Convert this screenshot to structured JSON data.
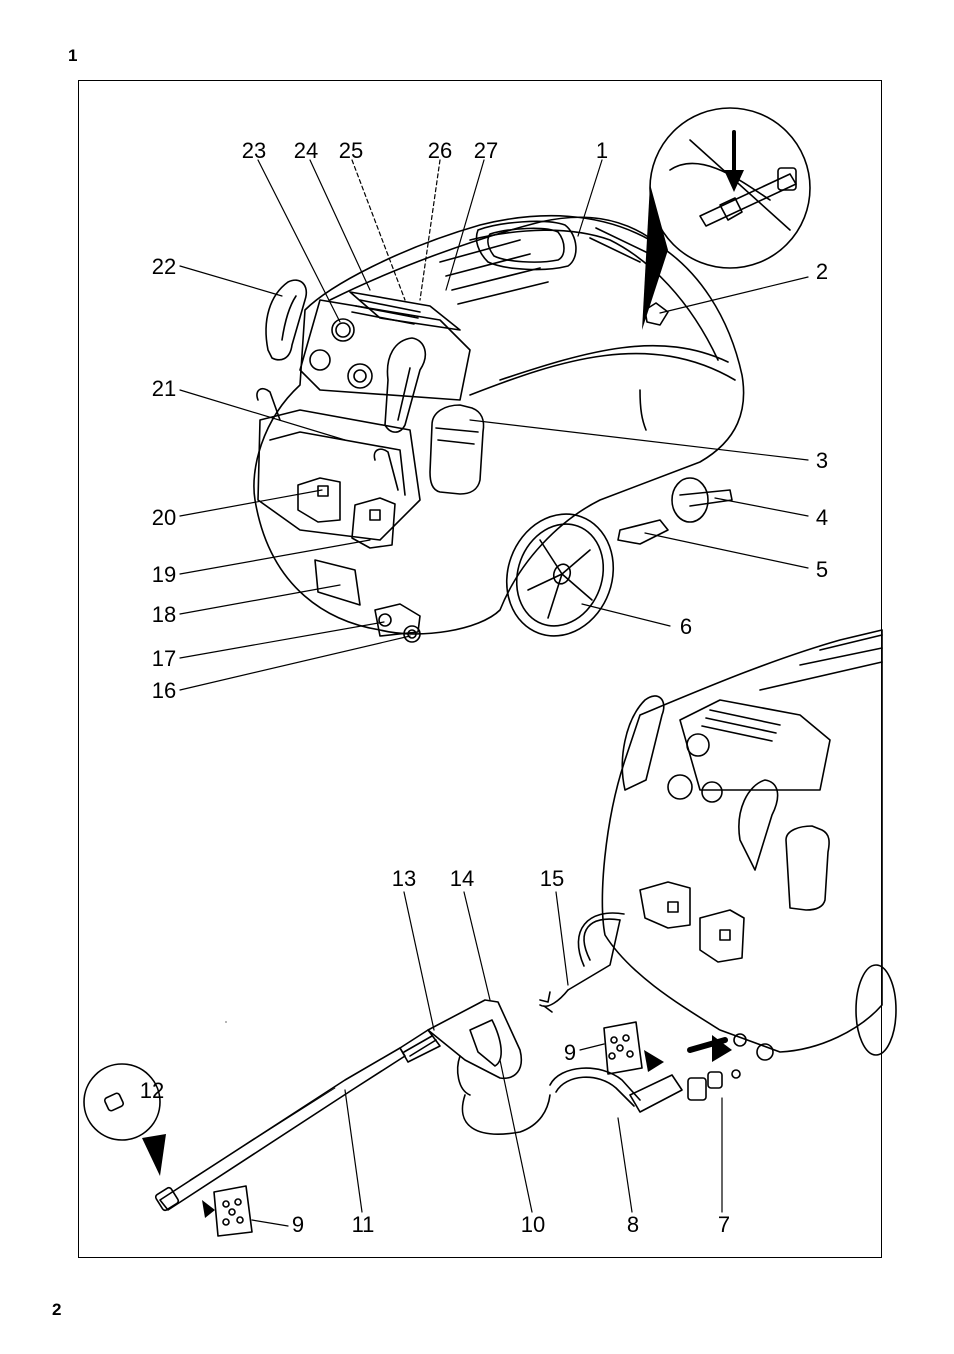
{
  "figure_number": "1",
  "page_number": "2",
  "callouts": [
    {
      "id": "c23",
      "label": "23"
    },
    {
      "id": "c24",
      "label": "24"
    },
    {
      "id": "c25",
      "label": "25"
    },
    {
      "id": "c26",
      "label": "26"
    },
    {
      "id": "c27",
      "label": "27"
    },
    {
      "id": "c1",
      "label": "1"
    },
    {
      "id": "c22",
      "label": "22"
    },
    {
      "id": "c2",
      "label": "2"
    },
    {
      "id": "c21",
      "label": "21"
    },
    {
      "id": "c3",
      "label": "3"
    },
    {
      "id": "c20",
      "label": "20"
    },
    {
      "id": "c4",
      "label": "4"
    },
    {
      "id": "c19",
      "label": "19"
    },
    {
      "id": "c5",
      "label": "5"
    },
    {
      "id": "c18",
      "label": "18"
    },
    {
      "id": "c6",
      "label": "6"
    },
    {
      "id": "c17",
      "label": "17"
    },
    {
      "id": "c16",
      "label": "16"
    },
    {
      "id": "c13",
      "label": "13"
    },
    {
      "id": "c14",
      "label": "14"
    },
    {
      "id": "c15",
      "label": "15"
    },
    {
      "id": "c9a",
      "label": "9"
    },
    {
      "id": "c12",
      "label": "12"
    },
    {
      "id": "c9b",
      "label": "9"
    },
    {
      "id": "c11",
      "label": "11"
    },
    {
      "id": "c10",
      "label": "10"
    },
    {
      "id": "c8",
      "label": "8"
    },
    {
      "id": "c7",
      "label": "7"
    }
  ]
}
